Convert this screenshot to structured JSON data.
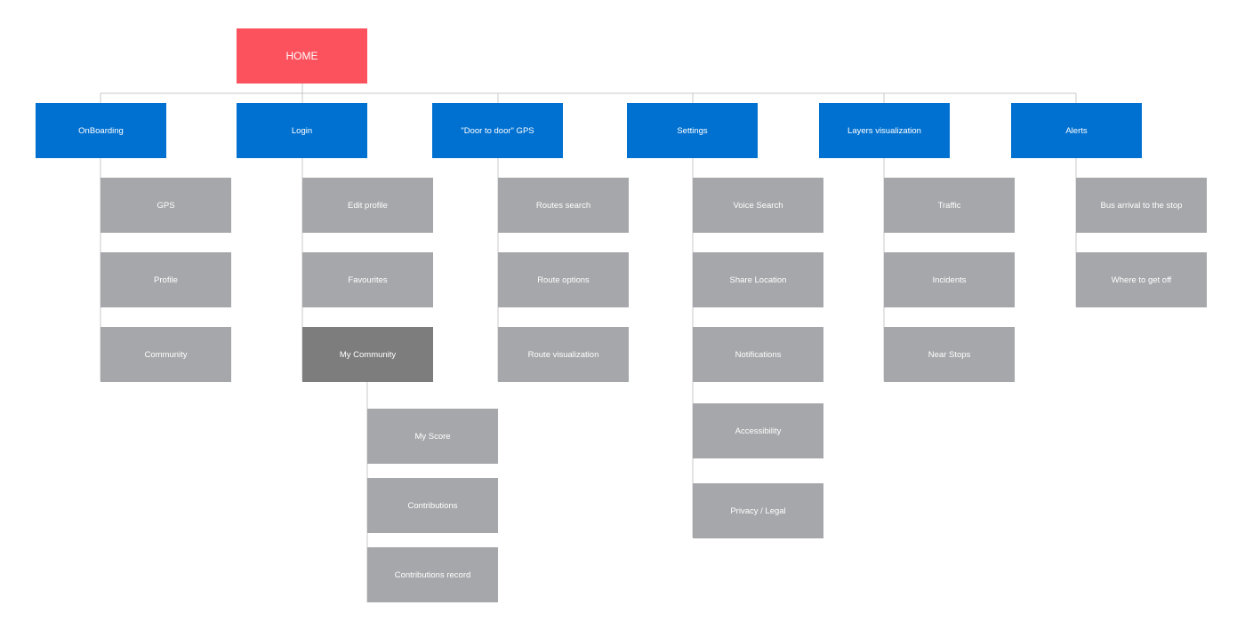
{
  "home": {
    "label": "HOME",
    "color": "#fb525d"
  },
  "colors": {
    "category": "#0071d1",
    "leaf": "#a6a7aa",
    "leaf_selected": "#7d7d7d",
    "connector": "#c8c8ca"
  },
  "categories": [
    {
      "label": "OnBoarding",
      "items": [
        "GPS",
        "Profile",
        "Community"
      ]
    },
    {
      "label": "Login",
      "items": [
        "Edit profile",
        "Favourites",
        "My Community"
      ],
      "sub": {
        "parent": "My Community",
        "items": [
          "My Score",
          "Contributions",
          "Contributions record"
        ]
      }
    },
    {
      "label": "\"Door to door\" GPS",
      "items": [
        "Routes search",
        "Route options",
        "Route visualization"
      ]
    },
    {
      "label": "Settings",
      "items": [
        "Voice Search",
        "Share Location",
        "Notifications",
        "Accessibility",
        "Privacy / Legal"
      ]
    },
    {
      "label": "Layers visualization",
      "items": [
        "Traffic",
        "Incidents",
        "Near Stops"
      ]
    },
    {
      "label": "Alerts",
      "items": [
        "Bus arrival to the stop",
        "Where to get off"
      ]
    }
  ]
}
